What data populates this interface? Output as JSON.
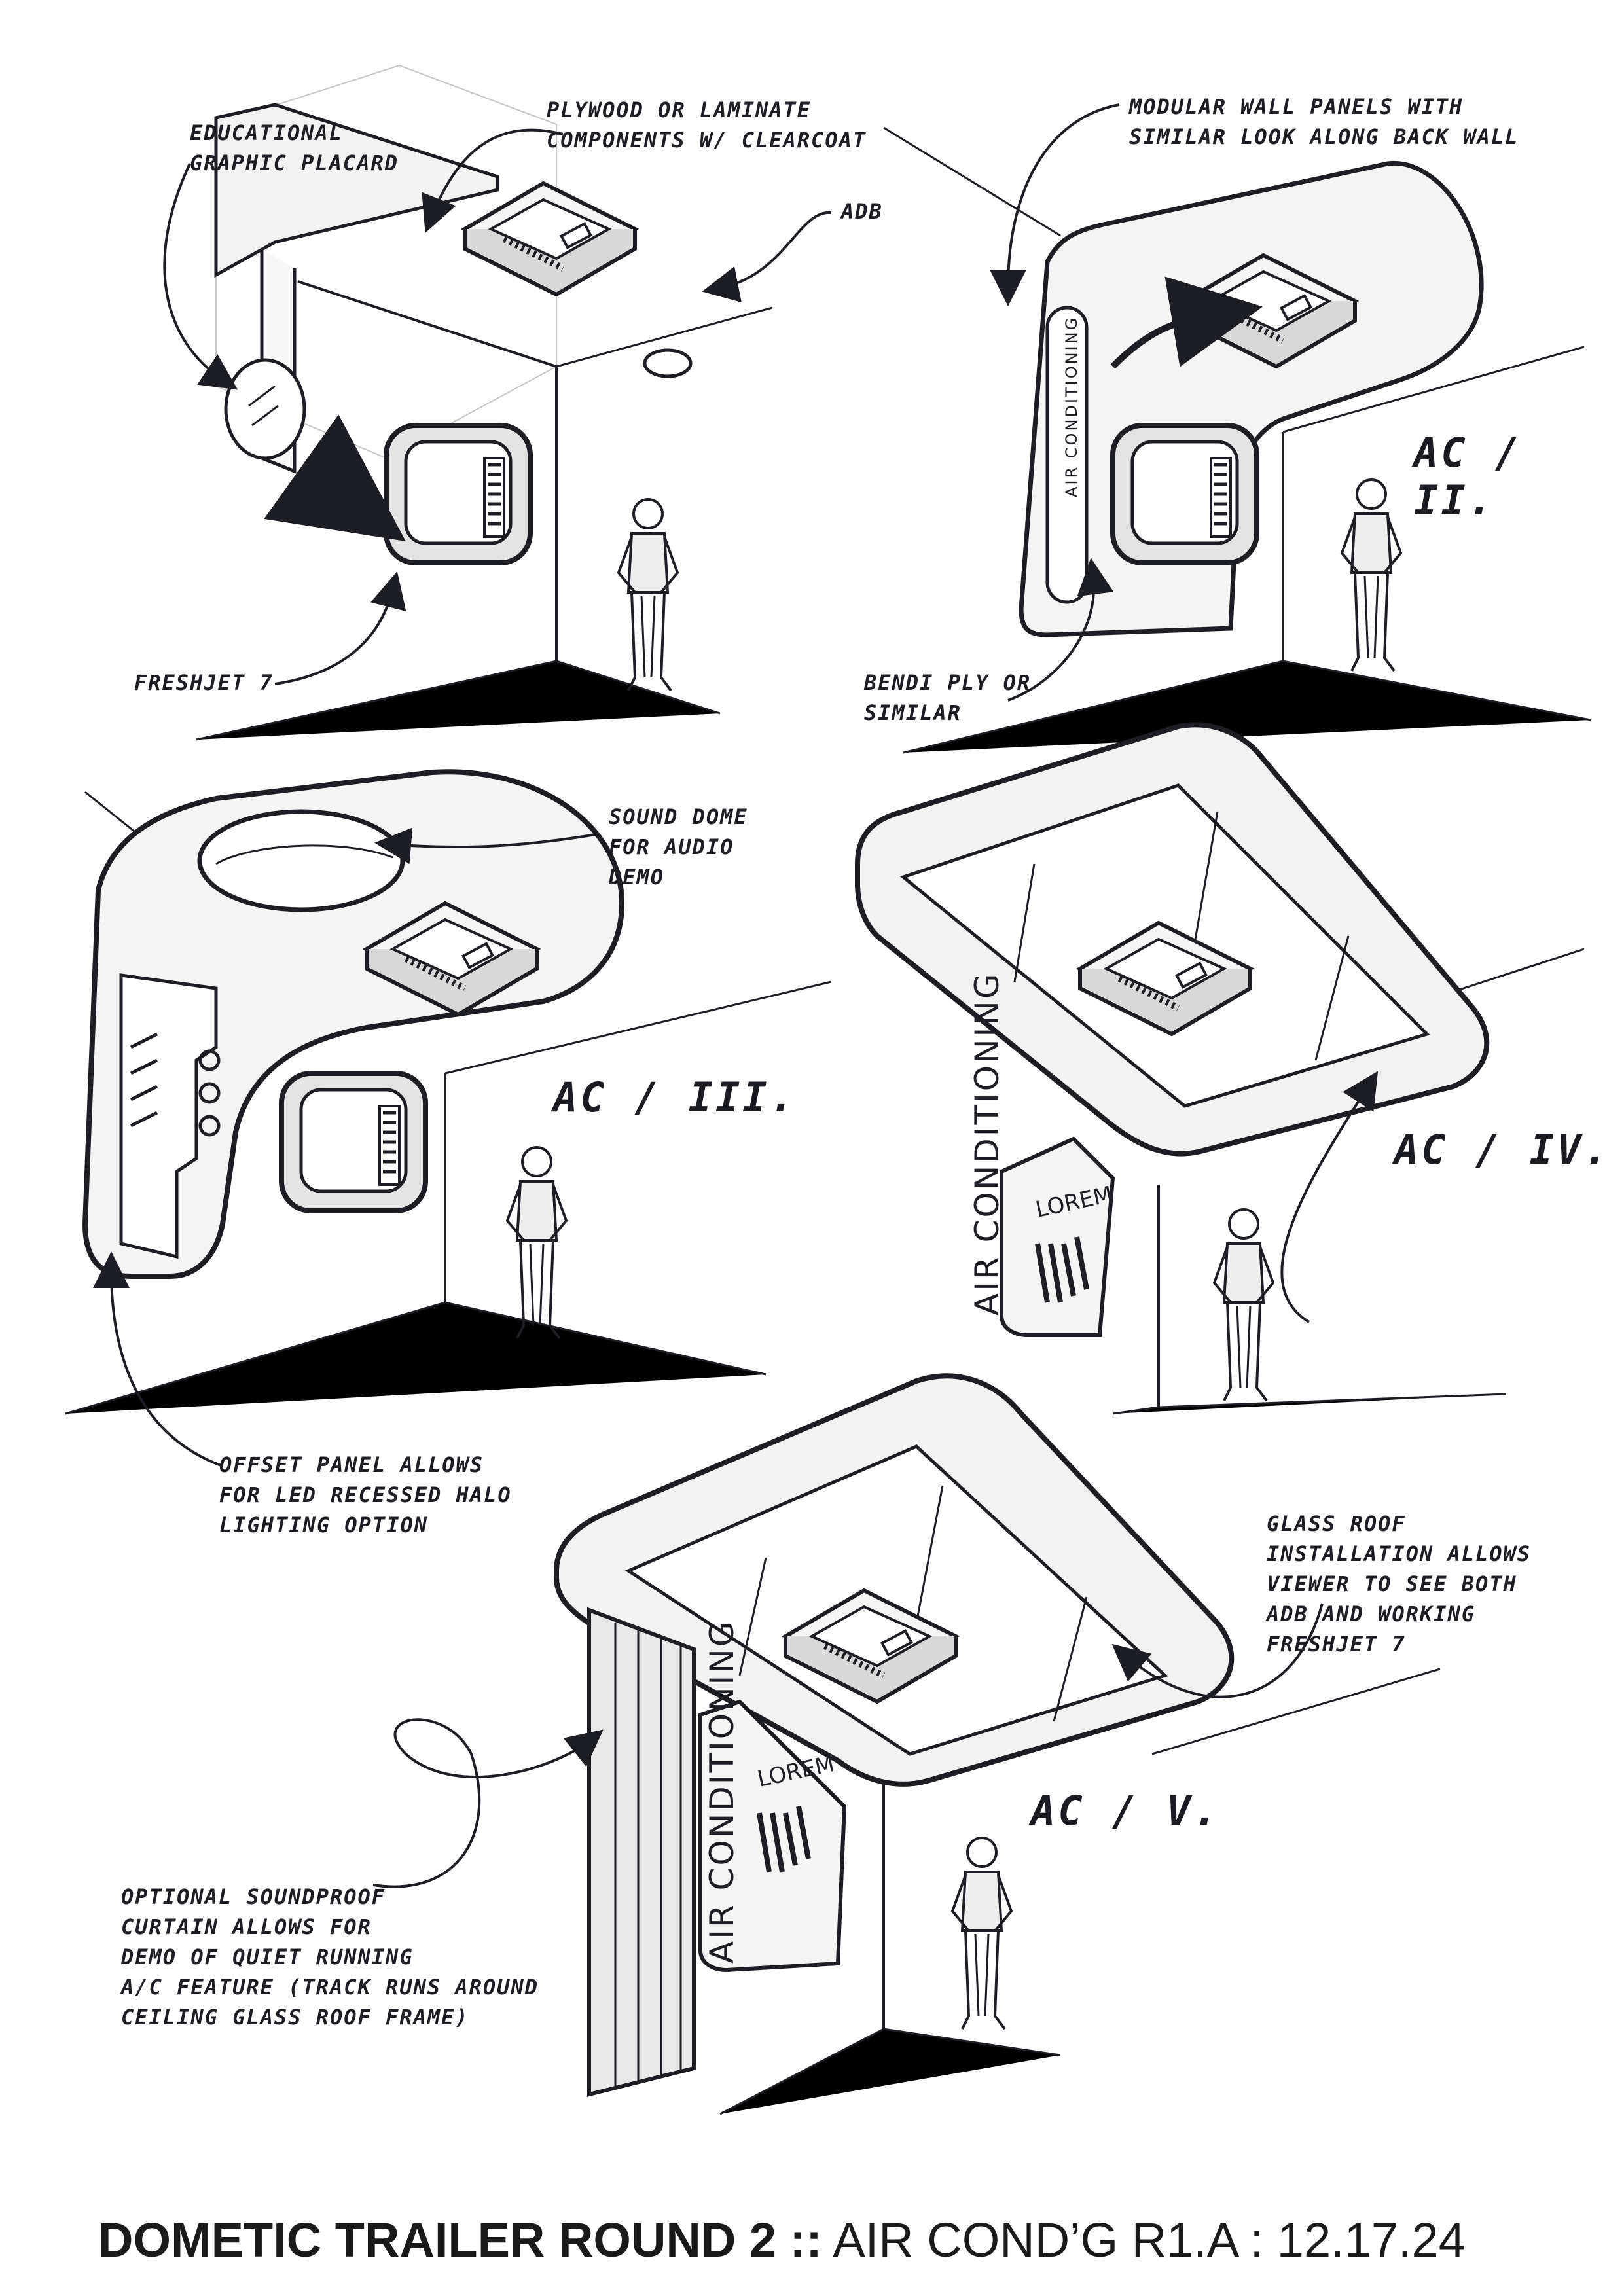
{
  "annotations": {
    "educational_placard": "EDUCATIONAL\nGRAPHIC PLACARD",
    "plywood": "PLYWOOD OR LAMINATE\nCOMPONENTS W/ CLEARCOAT",
    "adb": "ADB",
    "freshjet": "FRESHJET 7",
    "modular_panels": "MODULAR WALL PANELS WITH\nSIMILAR LOOK ALONG BACK WALL",
    "bendi_ply": "BENDI PLY OR\nSIMILAR",
    "sound_dome": "SOUND DOME\nFOR AUDIO\nDEMO",
    "offset_panel": "OFFSET PANEL ALLOWS\nFOR LED RECESSED HALO\nLIGHTING OPTION",
    "glass_roof": "GLASS ROOF\nINSTALLATION ALLOWS\nVIEWER TO SEE BOTH\nADB AND WORKING\nFRESHJET 7",
    "soundproof_curtain": "OPTIONAL SOUNDPROOF\nCURTAIN ALLOWS FOR\nDEMO OF QUIET RUNNING\nA/C FEATURE (TRACK RUNS AROUND\nCEILING GLASS ROOF FRAME)"
  },
  "concept_labels": {
    "ac2": "AC / II.",
    "ac3": "AC / III.",
    "ac4": "AC / IV.",
    "ac5": "AC / V."
  },
  "panel_text": {
    "air_conditioning_small": "AIR CONDITIONING",
    "air_conditioning_large_iv": "AIR CONDITIONING",
    "air_conditioning_large_v": "AIR CONDITIONING",
    "lorem_iv": "LOREM",
    "lorem_v": "LOREM"
  },
  "footer": {
    "bold": "DOMETIC TRAILER ROUND 2 ::",
    "light": " AIR COND’G R1.A : 12.17.24"
  }
}
